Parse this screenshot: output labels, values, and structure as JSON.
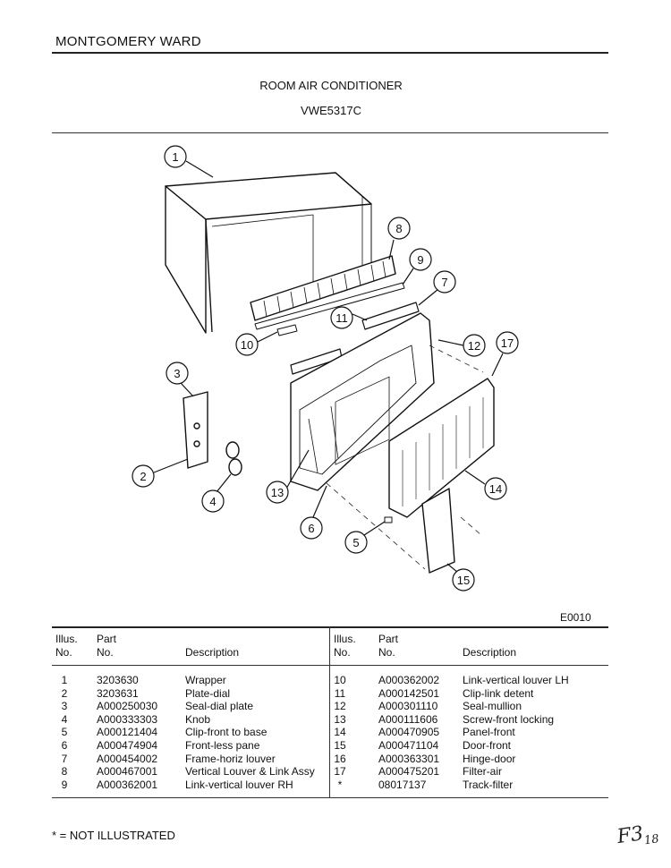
{
  "header": {
    "brand": "MONTGOMERY WARD",
    "title": "ROOM AIR CONDITIONER",
    "model": "VWE5317C"
  },
  "diagram": {
    "callouts": [
      "1",
      "2",
      "3",
      "4",
      "5",
      "6",
      "7",
      "8",
      "9",
      "10",
      "11",
      "12",
      "13",
      "14",
      "15",
      "17"
    ],
    "code": "E0010"
  },
  "table": {
    "headers": {
      "illus_top": "Illus.",
      "illus_bottom": "No.",
      "part_top": "Part",
      "part_bottom": "No.",
      "description": "Description"
    },
    "left": [
      {
        "no": "1",
        "part": "3203630",
        "desc": "Wrapper"
      },
      {
        "no": "2",
        "part": "3203631",
        "desc": "Plate-dial"
      },
      {
        "no": "3",
        "part": "A000250030",
        "desc": "Seal-dial plate"
      },
      {
        "no": "4",
        "part": "A000333303",
        "desc": "Knob"
      },
      {
        "no": "5",
        "part": "A000121404",
        "desc": "Clip-front to base"
      },
      {
        "no": "6",
        "part": "A000474904",
        "desc": "Front-less pane"
      },
      {
        "no": "7",
        "part": "A000454002",
        "desc": "Frame-horiz louver"
      },
      {
        "no": "8",
        "part": "A000467001",
        "desc": "Vertical Louver & Link Assy"
      },
      {
        "no": "9",
        "part": "A000362001",
        "desc": "Link-vertical louver RH"
      }
    ],
    "right": [
      {
        "no": "10",
        "part": "A000362002",
        "desc": "Link-vertical louver LH"
      },
      {
        "no": "11",
        "part": "A000142501",
        "desc": "Clip-link detent"
      },
      {
        "no": "12",
        "part": "A000301110",
        "desc": "Seal-mullion"
      },
      {
        "no": "13",
        "part": "A000111606",
        "desc": "Screw-front locking"
      },
      {
        "no": "14",
        "part": "A000470905",
        "desc": "Panel-front"
      },
      {
        "no": "15",
        "part": "A000471104",
        "desc": "Door-front"
      },
      {
        "no": "16",
        "part": "A000363301",
        "desc": "Hinge-door"
      },
      {
        "no": "17",
        "part": "A000475201",
        "desc": "Filter-air"
      },
      {
        "no": "*",
        "part": "08017137",
        "desc": "Track-filter"
      }
    ]
  },
  "footer": {
    "note": "* = NOT ILLUSTRATED",
    "handwritten_main": "F3",
    "handwritten_sub": "18"
  }
}
